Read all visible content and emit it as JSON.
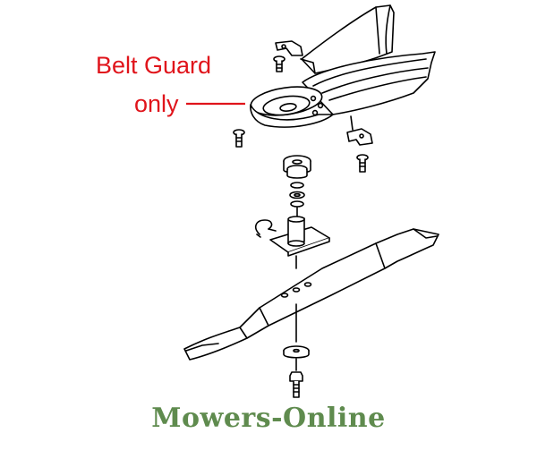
{
  "callout": {
    "line1": "Belt Guard",
    "line2": "only",
    "color": "#e0141b"
  },
  "watermark": {
    "text": "Mowers-Online",
    "color": "#5f8b4e"
  },
  "diagram": {
    "stroke_color": "#000000",
    "fill_color": "#ffffff"
  }
}
